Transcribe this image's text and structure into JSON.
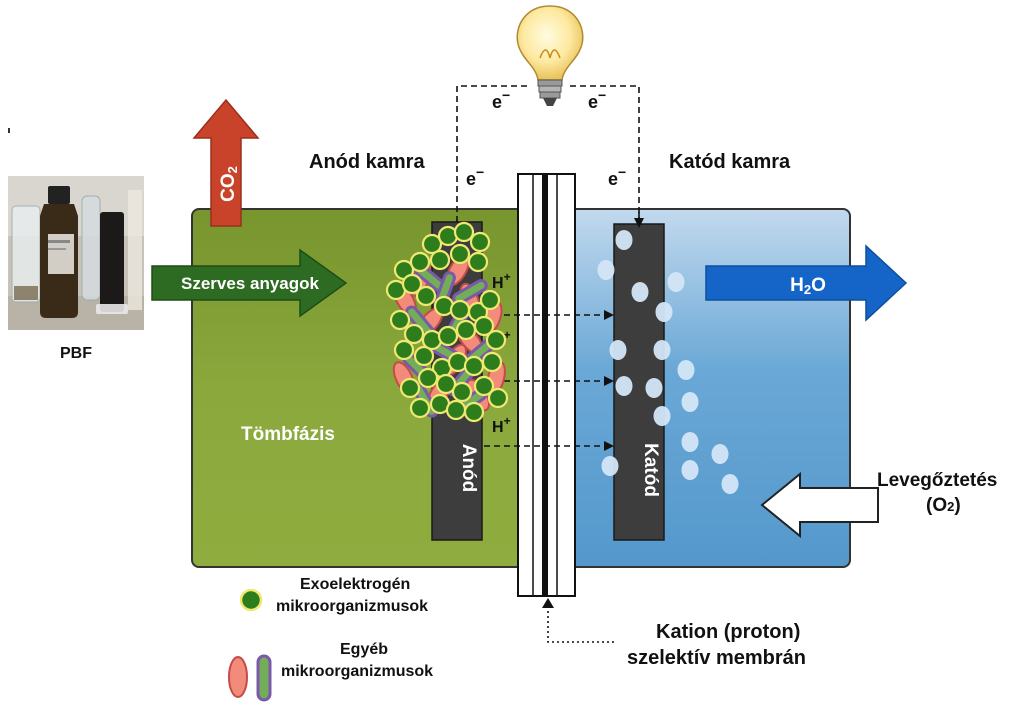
{
  "labels": {
    "anode_chamber": "Anód kamra",
    "cathode_chamber": "Katód kamra",
    "organics": "Szerves anyagok",
    "bulk_phase": "Tömbfázis",
    "anode": "Anód",
    "cathode": "Katód",
    "water": "H2O",
    "co2": "CO2",
    "aeration_line1": "Levegőztetés",
    "aeration_line2": "(O2)",
    "membrane_line1": "Kation (proton)",
    "membrane_line2": "szelektív membrán",
    "photo_caption": "PBF",
    "electron": "e",
    "proton": "H",
    "legend_exo_line1": "Exoelektrogén",
    "legend_exo_line2": "mikroorganizmusok",
    "legend_other_line1": "Egyéb",
    "legend_other_line2": "mikroorganizmusok"
  },
  "colors": {
    "anode_chamber": "#86a53a",
    "cathode_chamber": "#5a9fd0",
    "electrode": "#3d3d3d",
    "organics_arrow": "#2e6b22",
    "co2_arrow": "#c9432b",
    "water_arrow": "#1565c8",
    "bubbles": "#d4e6f7",
    "exo_microbe": "#2e7d1c",
    "exo_microbe_ring": "#f0e870",
    "other_microbe_pink": "#f28b7a",
    "other_microbe_green": "#73ad5a",
    "other_microbe_ring": "#7a5aa8"
  },
  "icons": [
    "light-bulb-icon",
    "reagent-bottles-photo"
  ]
}
